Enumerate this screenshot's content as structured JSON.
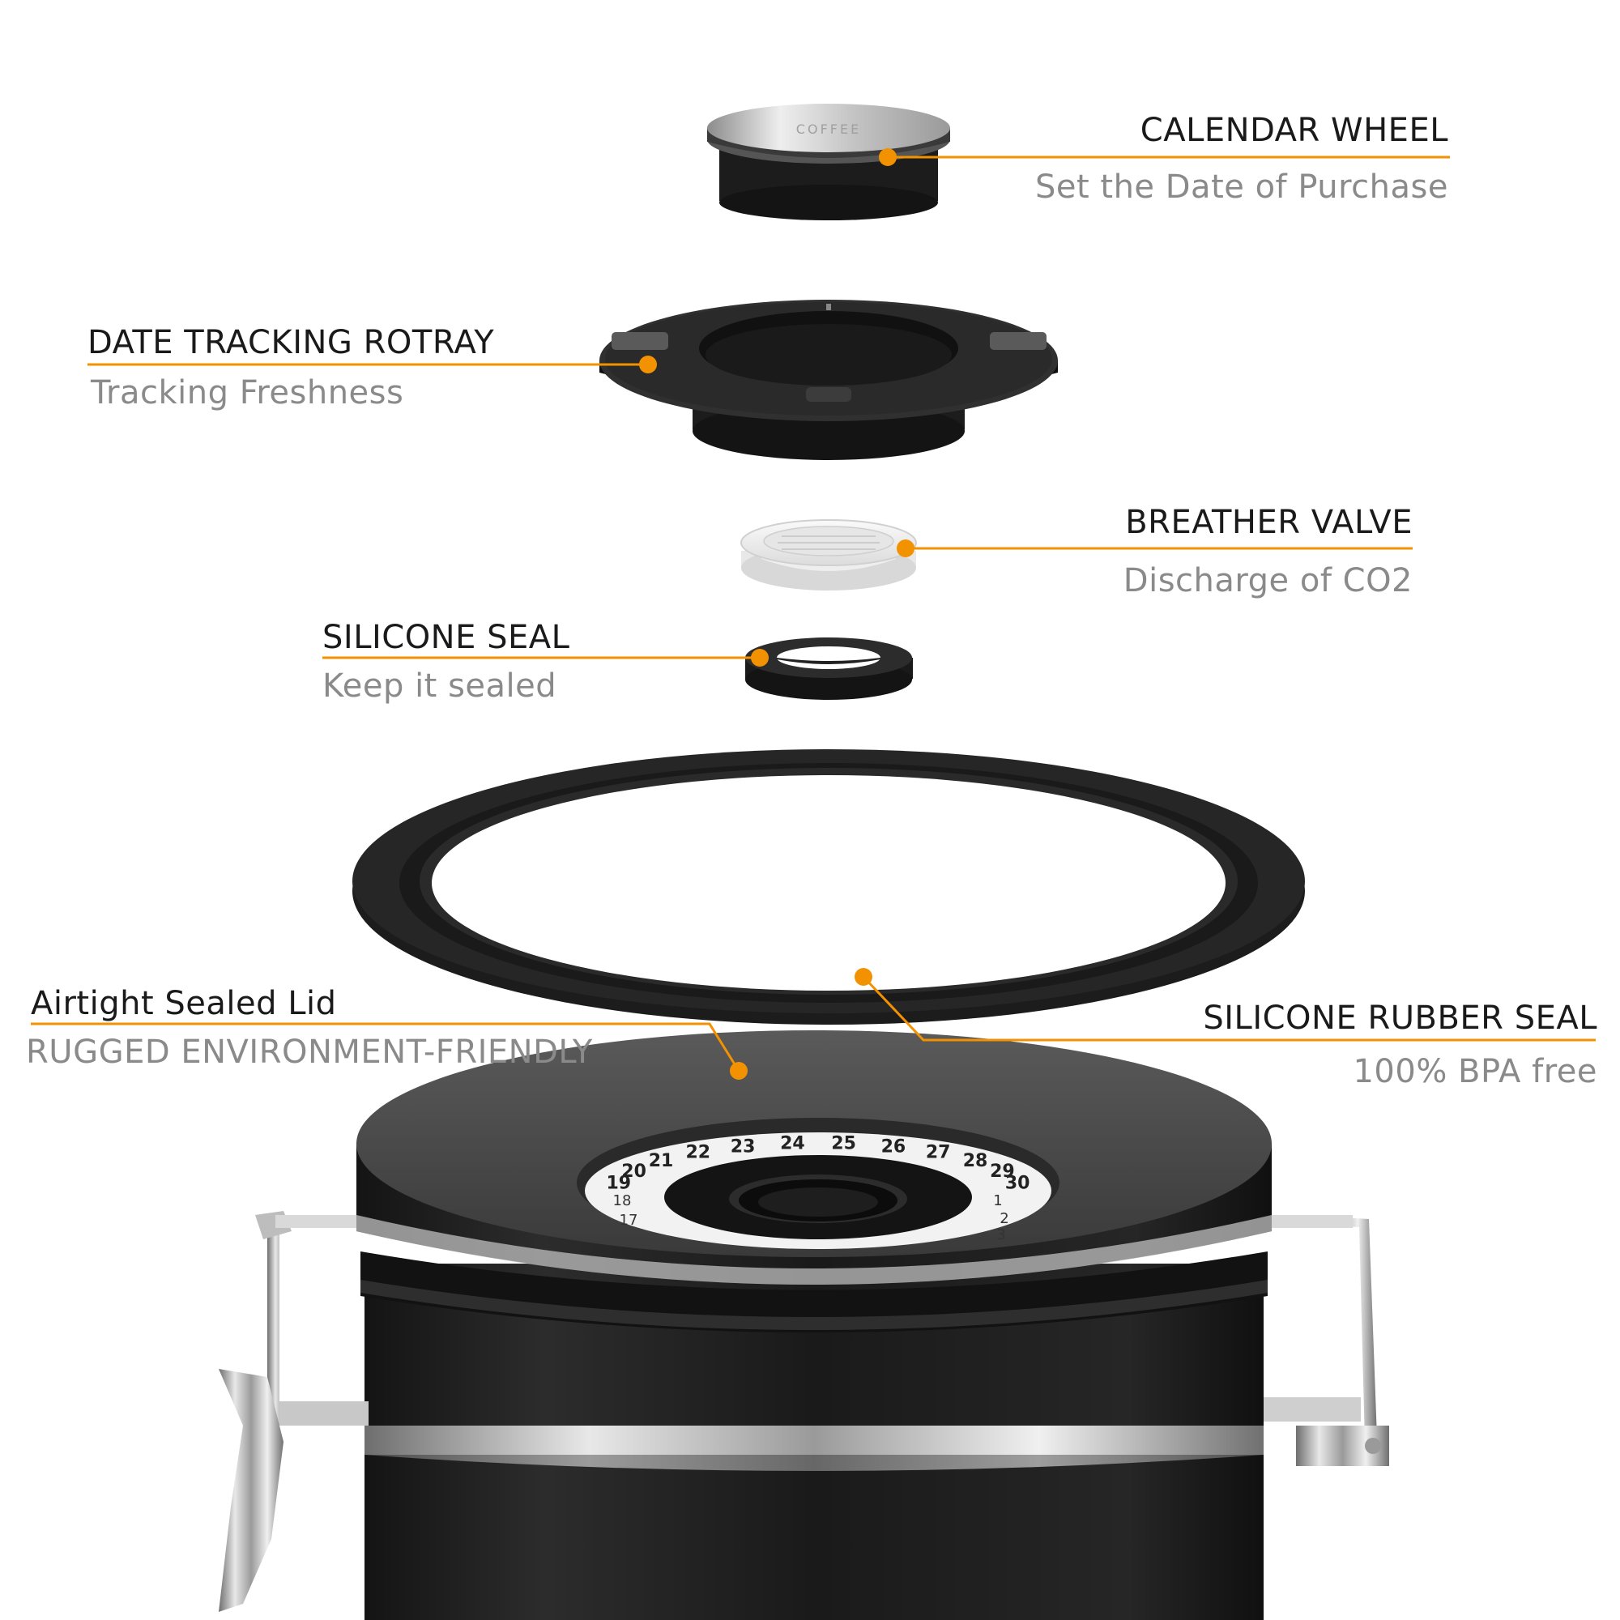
{
  "accent_color": "#F39200",
  "dial_digits": {
    "outer": [
      "19",
      "20",
      "21",
      "22",
      "23",
      "24",
      "25",
      "26",
      "27",
      "28",
      "29",
      "30"
    ],
    "inner": [
      "18",
      "17",
      "1",
      "2",
      "3"
    ]
  },
  "wheel_text": "COFFEE",
  "callouts": [
    {
      "id": "calendar-wheel",
      "title": "CALENDAR WHEEL",
      "subtitle": "Set the Date of Purchase"
    },
    {
      "id": "date-tracking-rotray",
      "title": "DATE TRACKING ROTRAY",
      "subtitle": "Tracking Freshness"
    },
    {
      "id": "breather-valve",
      "title": "BREATHER VALVE",
      "subtitle": "Discharge of CO2"
    },
    {
      "id": "silicone-seal",
      "title": "SILICONE SEAL",
      "subtitle": "Keep it sealed"
    },
    {
      "id": "airtight-sealed-lid",
      "title": "Airtight Sealed Lid",
      "subtitle": "RUGGED ENVIRONMENT-FRIENDLY"
    },
    {
      "id": "silicone-rubber-seal",
      "title": "SILICONE RUBBER SEAL",
      "subtitle": "100% BPA free"
    }
  ]
}
